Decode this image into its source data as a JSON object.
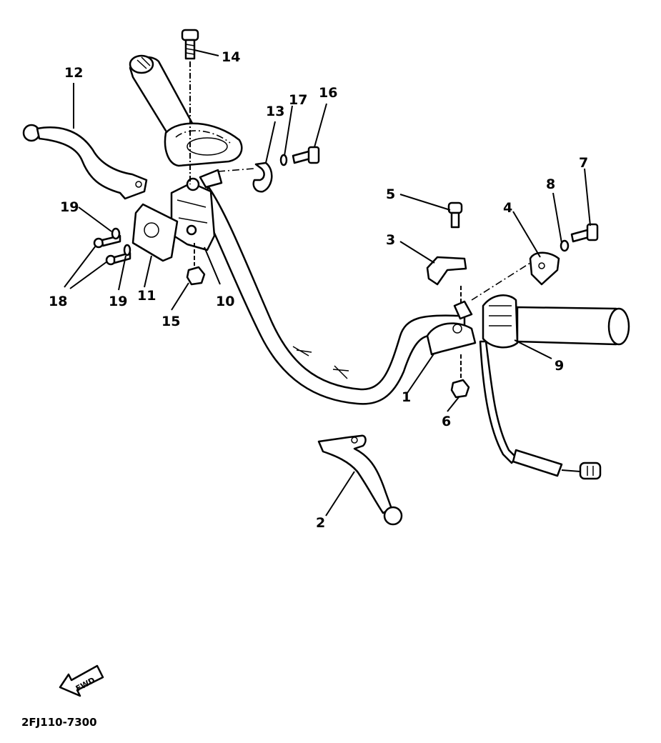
{
  "diagram_code": "2FJ110-7300",
  "fwd_marker": "FWD",
  "callouts": [
    {
      "id": "1",
      "label": "1"
    },
    {
      "id": "2",
      "label": "2"
    },
    {
      "id": "3",
      "label": "3"
    },
    {
      "id": "4",
      "label": "4"
    },
    {
      "id": "5",
      "label": "5"
    },
    {
      "id": "6",
      "label": "6"
    },
    {
      "id": "7",
      "label": "7"
    },
    {
      "id": "8",
      "label": "8"
    },
    {
      "id": "9",
      "label": "9"
    },
    {
      "id": "10",
      "label": "10"
    },
    {
      "id": "11",
      "label": "11"
    },
    {
      "id": "12",
      "label": "12"
    },
    {
      "id": "13",
      "label": "13"
    },
    {
      "id": "14",
      "label": "14"
    },
    {
      "id": "15",
      "label": "15"
    },
    {
      "id": "16",
      "label": "16"
    },
    {
      "id": "17",
      "label": "17"
    },
    {
      "id": "18",
      "label": "18"
    },
    {
      "id": "19a",
      "label": "19"
    },
    {
      "id": "19b",
      "label": "19"
    }
  ]
}
